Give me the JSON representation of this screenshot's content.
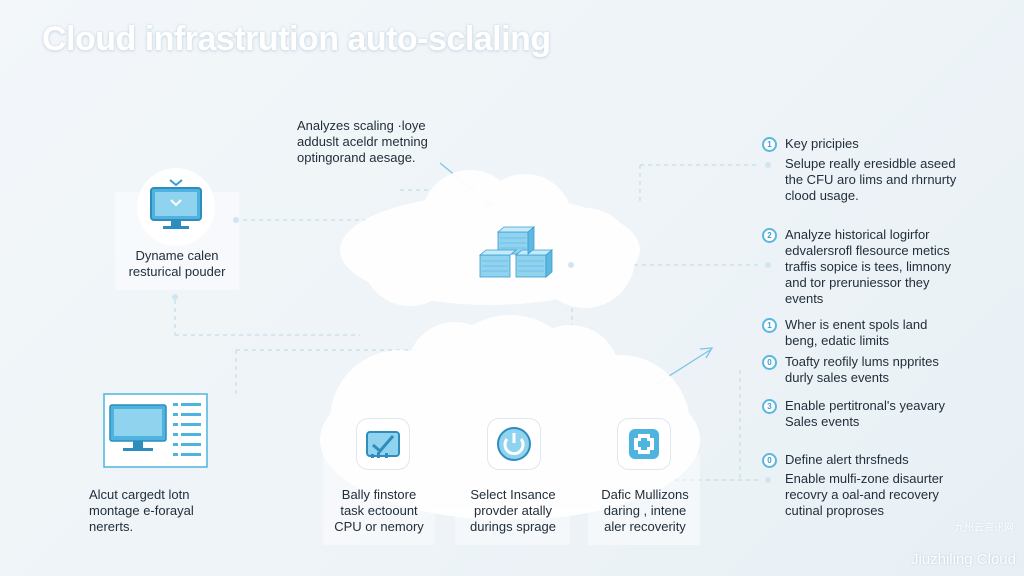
{
  "title": "Cloud infrastrution auto-sclaling",
  "top_annotation": [
    "Analyzes scaling ·loye",
    "adduslt aceldr metning",
    "optingorand aesage."
  ],
  "left_card": {
    "icon": "monitor-icon",
    "lines": [
      "Dyname calen",
      "resturical pouder"
    ]
  },
  "left_bottom_card": {
    "icon": "dashboard-icon",
    "lines": [
      "Alcut cargedt lotn",
      "montage e-forayal",
      "nererts."
    ]
  },
  "bottom_cards": [
    {
      "icon": "check-chart-icon",
      "lines": [
        "Bally finstore",
        "task ectoount",
        "CPU or nemory"
      ]
    },
    {
      "icon": "power-icon",
      "lines": [
        "Select Insance",
        "provder atally",
        "durings sprage"
      ]
    },
    {
      "icon": "shield-plus-icon",
      "lines": [
        "Dafic Mullizons",
        "daring , intene",
        "aler recoverity"
      ]
    }
  ],
  "right_list": [
    {
      "num": "1",
      "lines": [
        "Key pricipies"
      ]
    },
    {
      "num": "",
      "lines": [
        "Selupe really eresidble aseed",
        "the CFU aro lims and rhrnurty",
        "clood usage."
      ]
    },
    {
      "num": "2",
      "lines": [
        "Analyze historical logirfor",
        "edvalersrofl flesource metics",
        "traffis sopice is tees, limnony",
        "and tor preruniessor they",
        "events"
      ]
    },
    {
      "num": "1",
      "lines": [
        "Wher is enent spols land",
        "beng, edatic limits"
      ]
    },
    {
      "num": "0",
      "lines": [
        "Toafty reofily lums npprites",
        "durly sales events"
      ]
    },
    {
      "num": "3",
      "lines": [
        "Enable pertitronal's yeavary",
        "Sales events"
      ]
    },
    {
      "num": "0",
      "lines": [
        "Define alert thrsfneds"
      ]
    },
    {
      "num": "",
      "lines": [
        "Enable mulfi-zone disaurter",
        "recovry a oal-and recovery",
        "cutinal proproses"
      ]
    }
  ],
  "watermark": {
    "small": "九州云资讯网",
    "brand": "Jiuzhiling Cloud"
  },
  "colors": {
    "accent": "#4fb3e0",
    "cloud": "#ffffff",
    "background": "#eef3f7"
  }
}
